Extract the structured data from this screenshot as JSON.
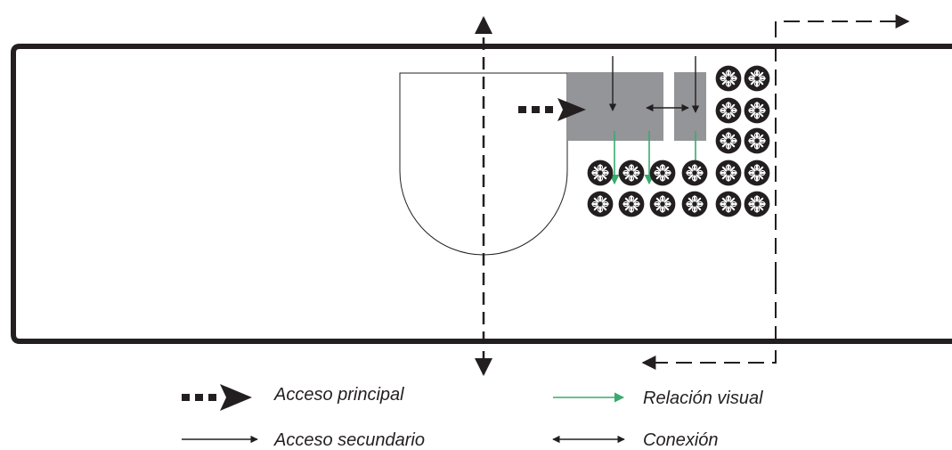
{
  "legend": {
    "main_access": "Acceso principal",
    "secondary_access": "Acceso secundario",
    "visual_relation": "Relación visual",
    "connection": "Conexión"
  },
  "colors": {
    "outline": "#231f20",
    "block": "#939598",
    "visual_relation": "#3aaa6e",
    "tree": "#231f20"
  },
  "trees": {
    "rows": [
      {
        "count": 2,
        "label": "row-1"
      },
      {
        "count": 2,
        "label": "row-2"
      },
      {
        "count": 2,
        "label": "row-3"
      },
      {
        "count": 6,
        "label": "row-4"
      },
      {
        "count": 6,
        "label": "row-5"
      }
    ]
  }
}
